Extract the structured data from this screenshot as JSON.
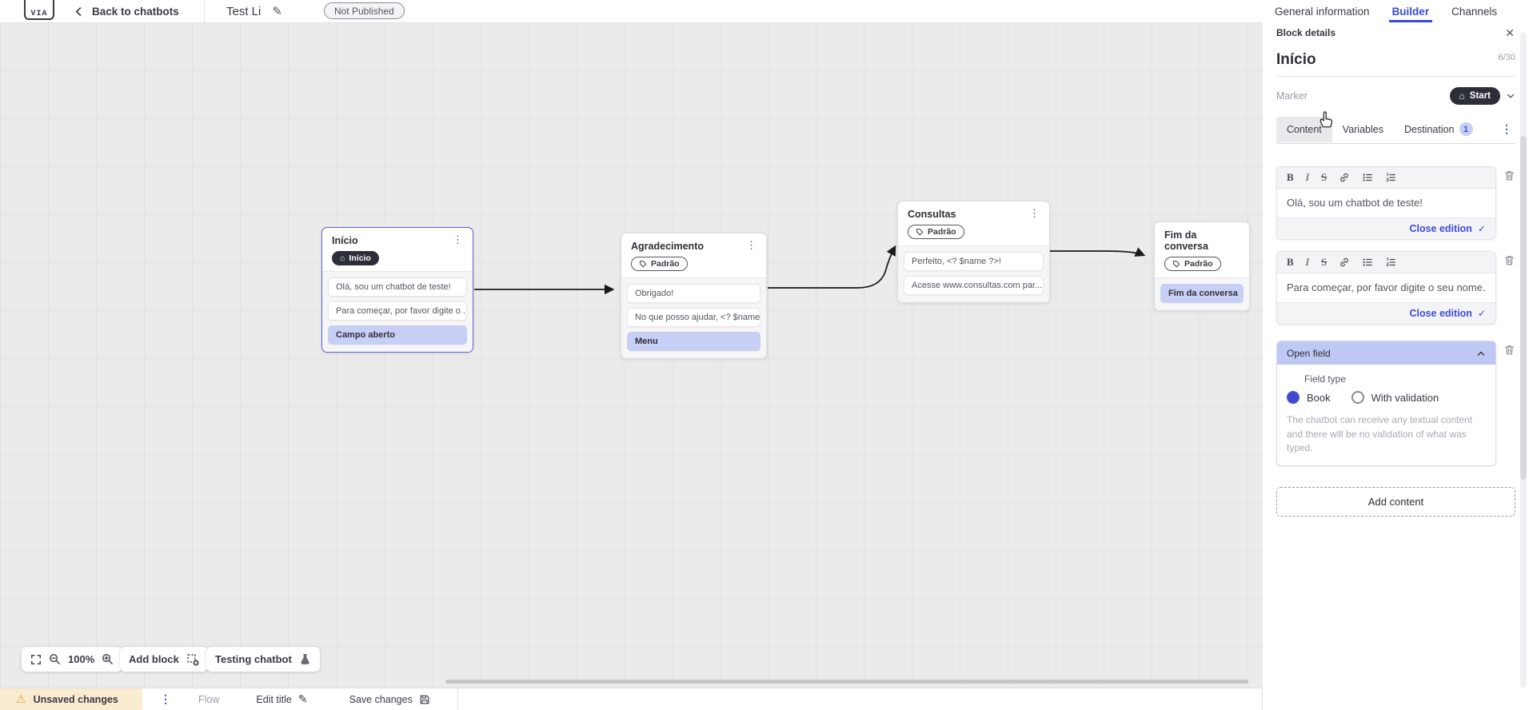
{
  "topbar": {
    "logo_text": "VIA",
    "back_label": "Back to chatbots",
    "title": "Test Li",
    "status_badge": "Not Published",
    "tabs": [
      {
        "label": "General information"
      },
      {
        "label": "Builder"
      },
      {
        "label": "Channels"
      }
    ]
  },
  "icons": {
    "dots_vertical": "⋮",
    "check": "✓",
    "warning": "⚠",
    "close": "✕",
    "home": "⌂",
    "pencil": "✎"
  },
  "canvas": {
    "nodes": [
      {
        "title": "Início",
        "badge": "Início",
        "rows": [
          {
            "text": "Olá, sou um chatbot de teste!"
          },
          {
            "text": "Para começar, por favor digite o ..."
          },
          {
            "text": "Campo aberto"
          }
        ]
      },
      {
        "title": "Agradecimento",
        "badge": "Padrão",
        "rows": [
          {
            "text": "Obrigado!"
          },
          {
            "text": "No que posso ajudar, <? $name ..."
          },
          {
            "text": "Menu"
          }
        ]
      },
      {
        "title": "Consultas",
        "badge": "Padrão",
        "rows": [
          {
            "text": "Perfeito, <? $name ?>!"
          },
          {
            "text": "Acesse www.consultas.com par..."
          }
        ]
      },
      {
        "title": "Fim da conversa",
        "badge": "Padrão",
        "rows": [
          {
            "text": "Fim da conversa"
          }
        ]
      }
    ],
    "controls": {
      "zoom_level": "100%",
      "add_block_label": "Add block",
      "testing_label": "Testing chatbot"
    }
  },
  "panel": {
    "header": "Block details",
    "block_name": "Início",
    "name_counter": "6/30",
    "marker_label": "Marker",
    "marker_value": "Start",
    "tabs": [
      {
        "label": "Content"
      },
      {
        "label": "Variables"
      },
      {
        "label": "Destination",
        "badge": "1"
      }
    ],
    "editors": [
      {
        "text": "Olá, sou um chatbot de teste!",
        "close_label": "Close edition"
      },
      {
        "text": "Para começar, por favor digite o seu nome.",
        "close_label": "Close edition"
      }
    ],
    "open_field": {
      "title": "Open field",
      "field_type_label": "Field type",
      "options": [
        {
          "label": "Book",
          "selected": true
        },
        {
          "label": "With validation",
          "selected": false
        }
      ],
      "description": "The chatbot can receive any textual content and there will be no validation of what was typed."
    },
    "add_content_label": "Add content"
  },
  "statusbar": {
    "unsaved_label": "Unsaved changes",
    "flow_label": "Flow",
    "edit_title_label": "Edit title",
    "save_label": "Save changes"
  },
  "colors": {
    "accent": "#3b4bd8",
    "dark_badge": "#2e2e39",
    "highlight_row": "#c8cff5",
    "open_field_header": "#bec8f2",
    "warning_bg": "#faecd0",
    "canvas_bg": "#ecebeb"
  }
}
